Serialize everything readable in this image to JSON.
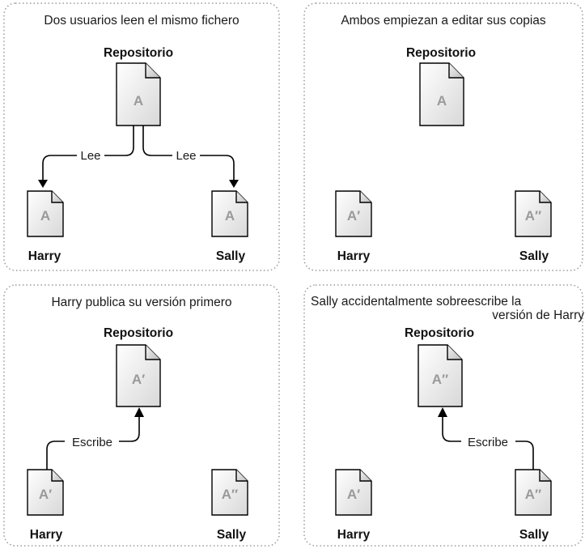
{
  "panels": [
    {
      "title": "Dos usuarios leen el mismo fichero",
      "repository": {
        "label": "Repositorio",
        "doc": "A"
      },
      "harry": {
        "label": "Harry",
        "doc": "A"
      },
      "sally": {
        "label": "Sally",
        "doc": "A"
      },
      "arrows": [
        {
          "label": "Lee"
        },
        {
          "label": "Lee"
        }
      ]
    },
    {
      "title": "Ambos empiezan a editar sus copias",
      "repository": {
        "label": "Repositorio",
        "doc": "A"
      },
      "harry": {
        "label": "Harry",
        "doc": "A′"
      },
      "sally": {
        "label": "Sally",
        "doc": "A″"
      },
      "arrows": []
    },
    {
      "title": "Harry publica su versión primero",
      "repository": {
        "label": "Repositorio",
        "doc": "A′"
      },
      "harry": {
        "label": "Harry",
        "doc": "A′"
      },
      "sally": {
        "label": "Sally",
        "doc": "A″"
      },
      "arrows": [
        {
          "label": "Escribe"
        }
      ]
    },
    {
      "title_lines": [
        "Sally accidentalmente sobreescribe la",
        "versión de Harry"
      ],
      "repository": {
        "label": "Repositorio",
        "doc": "A″"
      },
      "harry": {
        "label": "Harry",
        "doc": "A′"
      },
      "sally": {
        "label": "Sally",
        "doc": "A″"
      },
      "arrows": [
        {
          "label": "Escribe"
        }
      ]
    }
  ]
}
